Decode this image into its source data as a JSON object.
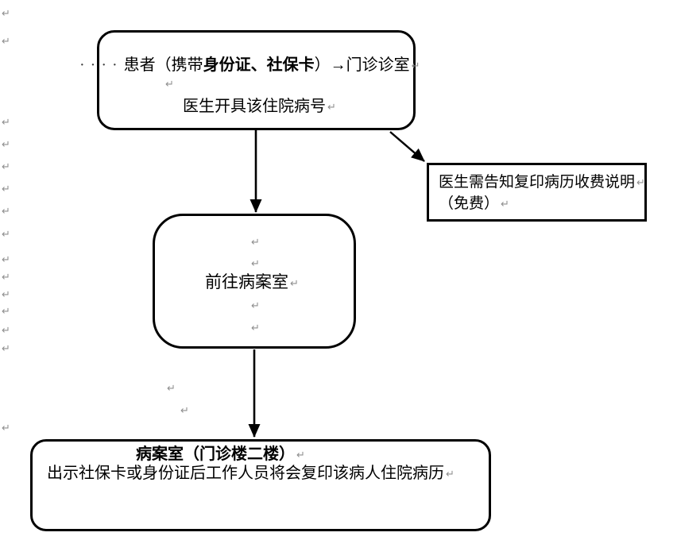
{
  "page": {
    "background": "#ffffff"
  },
  "colors": {
    "stroke": "#000000",
    "text": "#000000",
    "formatting_mark": "#8f8f8f"
  },
  "formatting_marks": {
    "pilcrow": "↵",
    "space_dots": "····"
  },
  "boxes": {
    "top": {
      "line1_prefix": "患者（携带",
      "line1_bold": "身份证、社保卡",
      "line1_suffix": "）→门诊诊室",
      "line2": "医生开具该住院病号"
    },
    "side": {
      "line1": "医生需告知复印病历收费说明",
      "line2": "（免费）"
    },
    "middle": {
      "label": "前往病案室"
    },
    "bottom": {
      "title": "病案室（门诊楼二楼）",
      "body": "出示社保卡或身份证后工作人员将会复印该病人住院病历"
    }
  }
}
